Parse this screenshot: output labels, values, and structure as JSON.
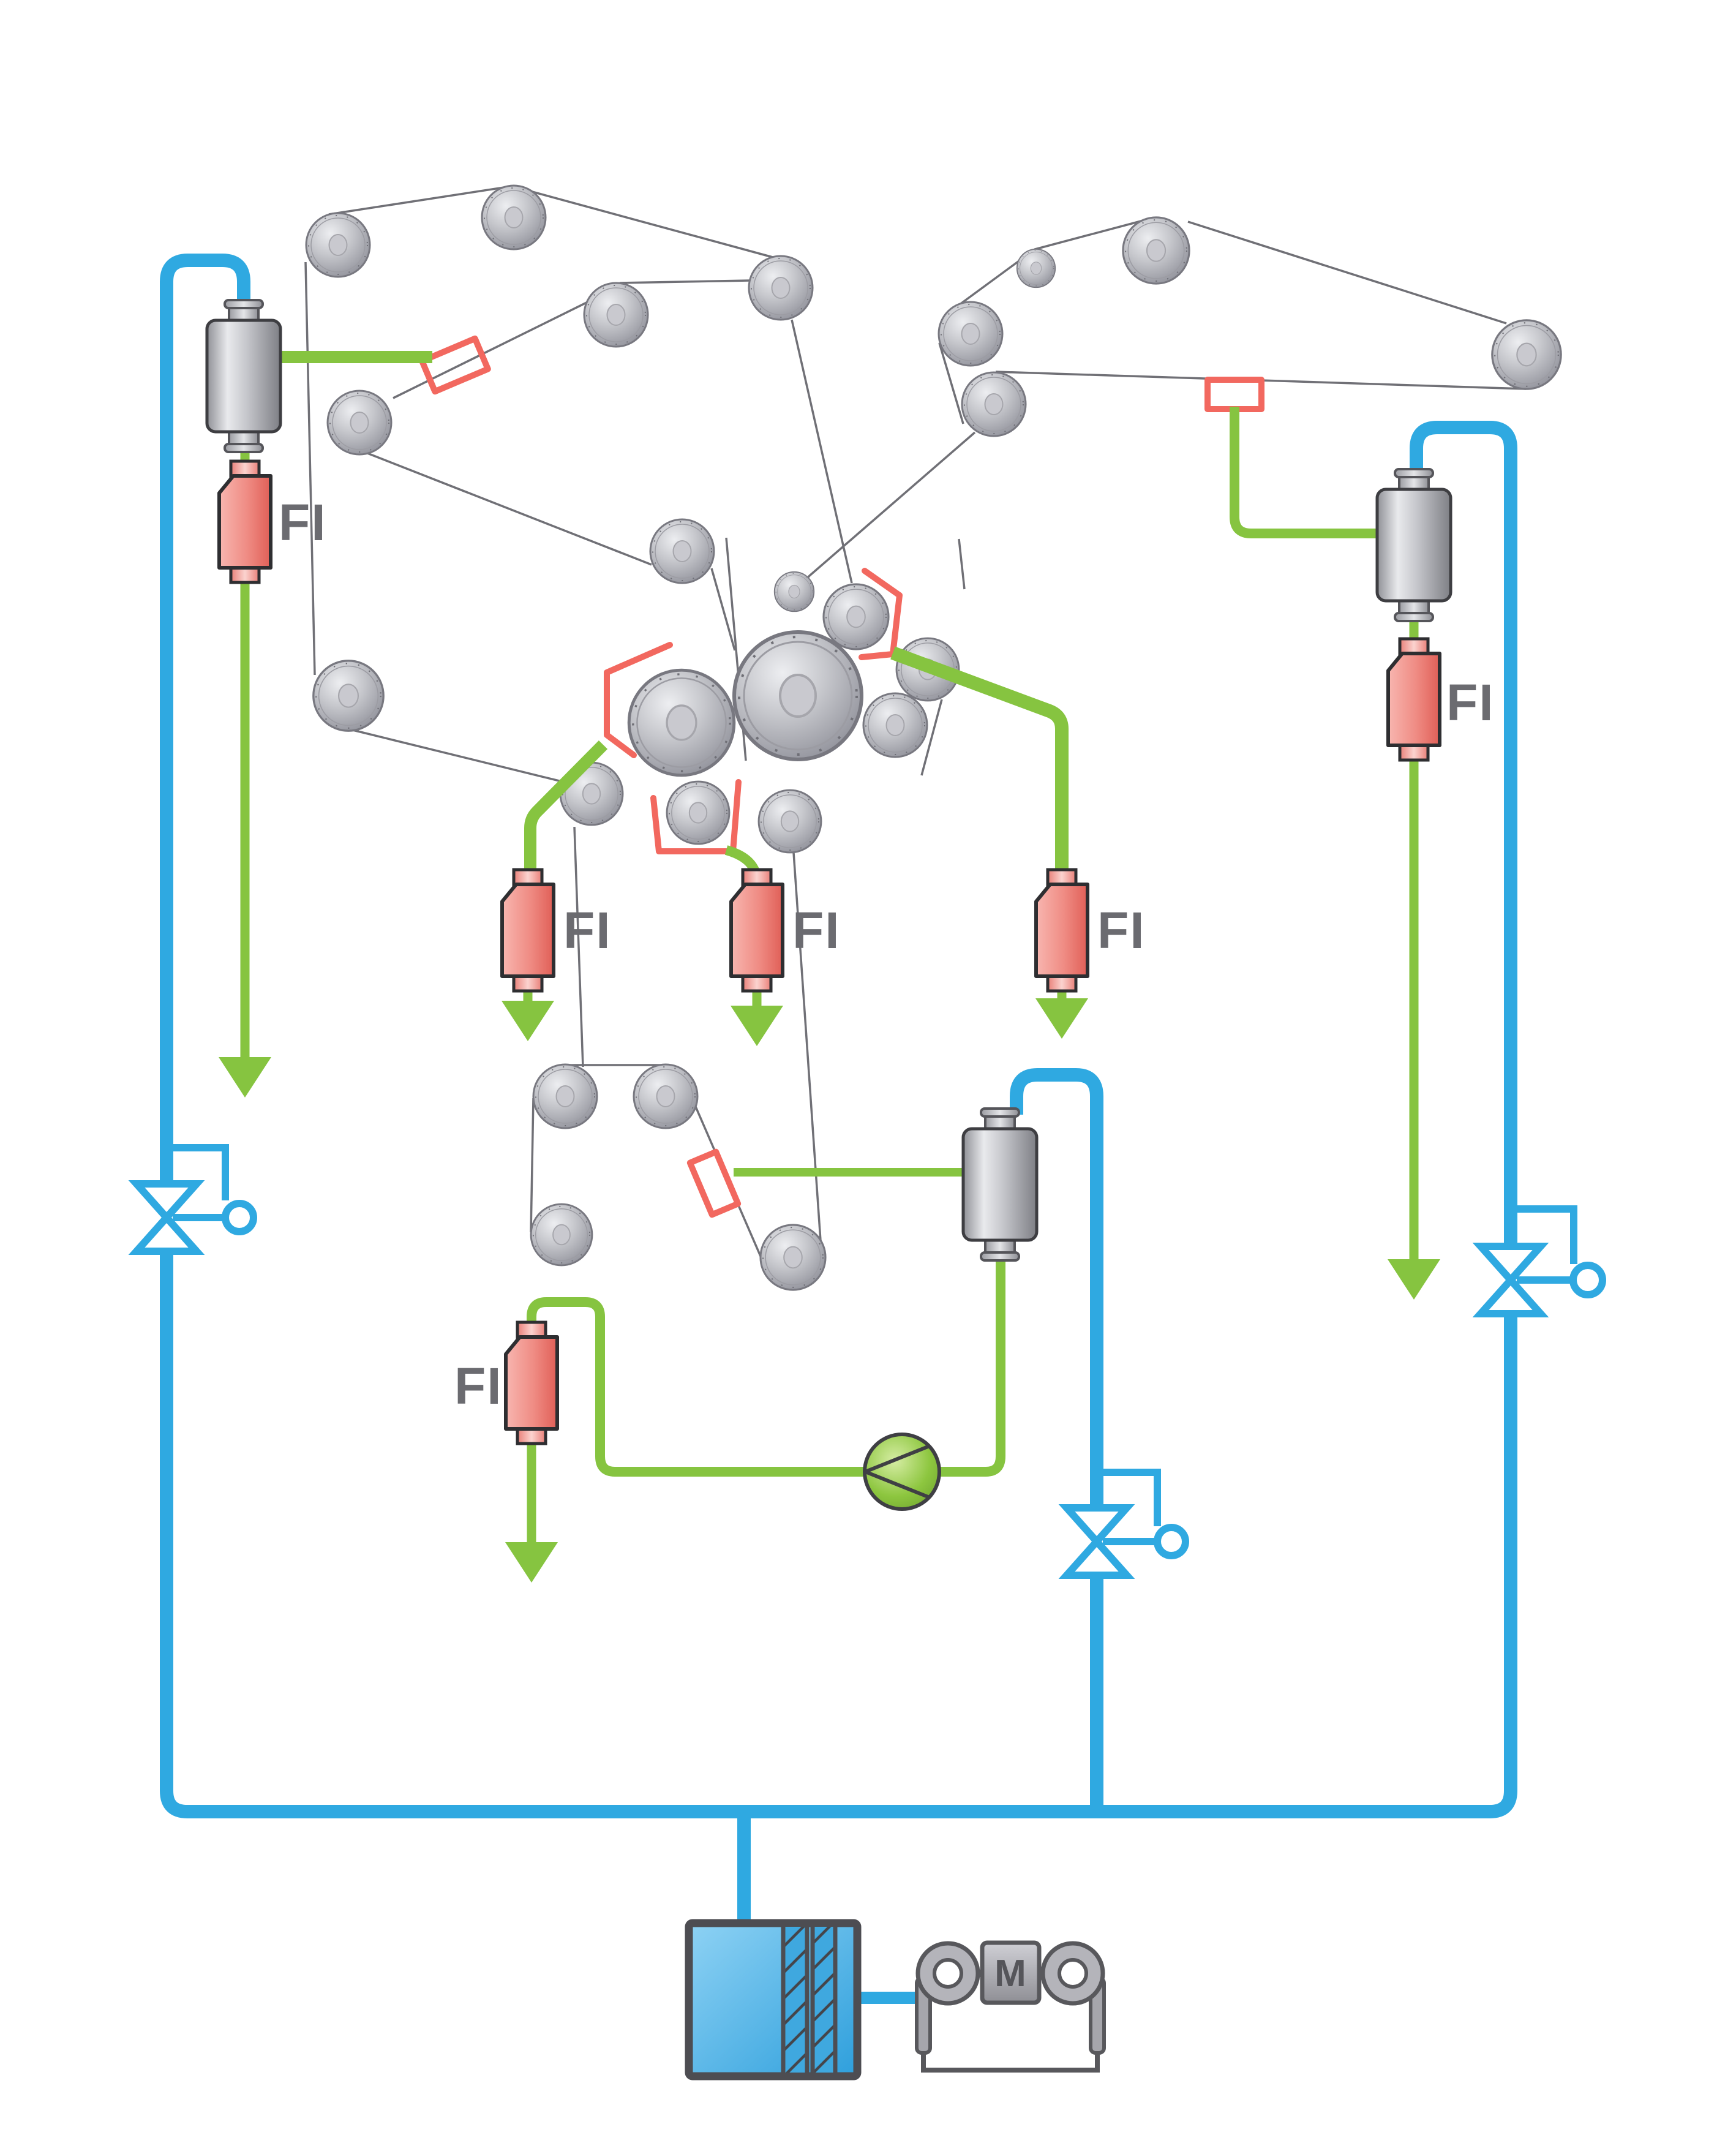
{
  "diagram": {
    "title": "paper-machine white water circuit schematic",
    "labels": {
      "flow_indicator": "FI",
      "motor": "M"
    },
    "colors": {
      "fresh_water_pipe": "#2FA9E1",
      "filtrate_pipe": "#86C440",
      "flow_indicator_fill": "#EC7A72",
      "nozzle_and_blade": "#F2685F",
      "roller_metal": "#C6C7CC",
      "equipment_outline": "#55555A",
      "label_text": "#6B6B70",
      "tank_fill": "#3FA8DF"
    },
    "equipment": {
      "flow_indicators": 6,
      "control_valves": 3,
      "circulation_pumps": 1,
      "filter_vessels": 3,
      "rollers": 25,
      "spray_boxes": 3,
      "collector_blades": 3,
      "tank_with_motor_pump_set": 1
    }
  }
}
